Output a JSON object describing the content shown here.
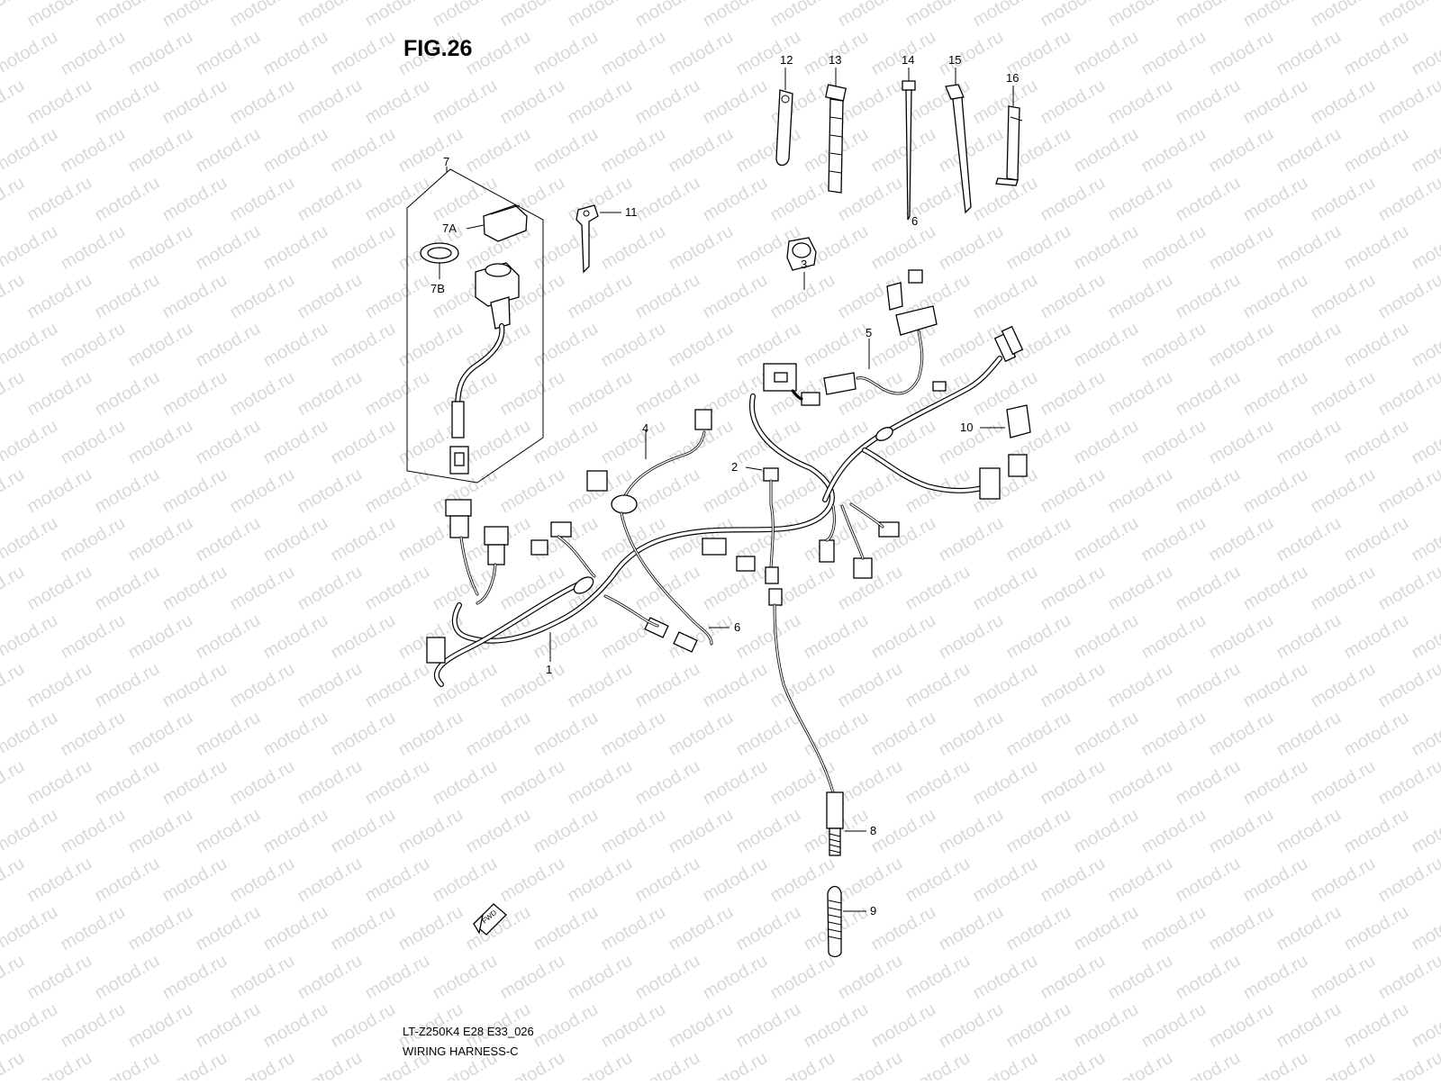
{
  "figure": {
    "title": "FIG.26",
    "model_code": "LT-Z250K4 E28 E33_026",
    "name": "WIRING HARNESS-C",
    "watermark_text": "motod.ru",
    "fwd_label": "FWD"
  },
  "callouts": {
    "c1": "1",
    "c2": "2",
    "c3": "3",
    "c4": "4",
    "c5": "5",
    "c6a": "6",
    "c6b": "6",
    "c7": "7",
    "c7a": "7A",
    "c7b": "7B",
    "c8": "8",
    "c9": "9",
    "c10": "10",
    "c11": "11",
    "c12": "12",
    "c13": "13",
    "c14": "14",
    "c15": "15",
    "c16": "16"
  },
  "colors": {
    "line": "#000000",
    "watermark": "#b9b9b9",
    "background": "#ffffff"
  }
}
